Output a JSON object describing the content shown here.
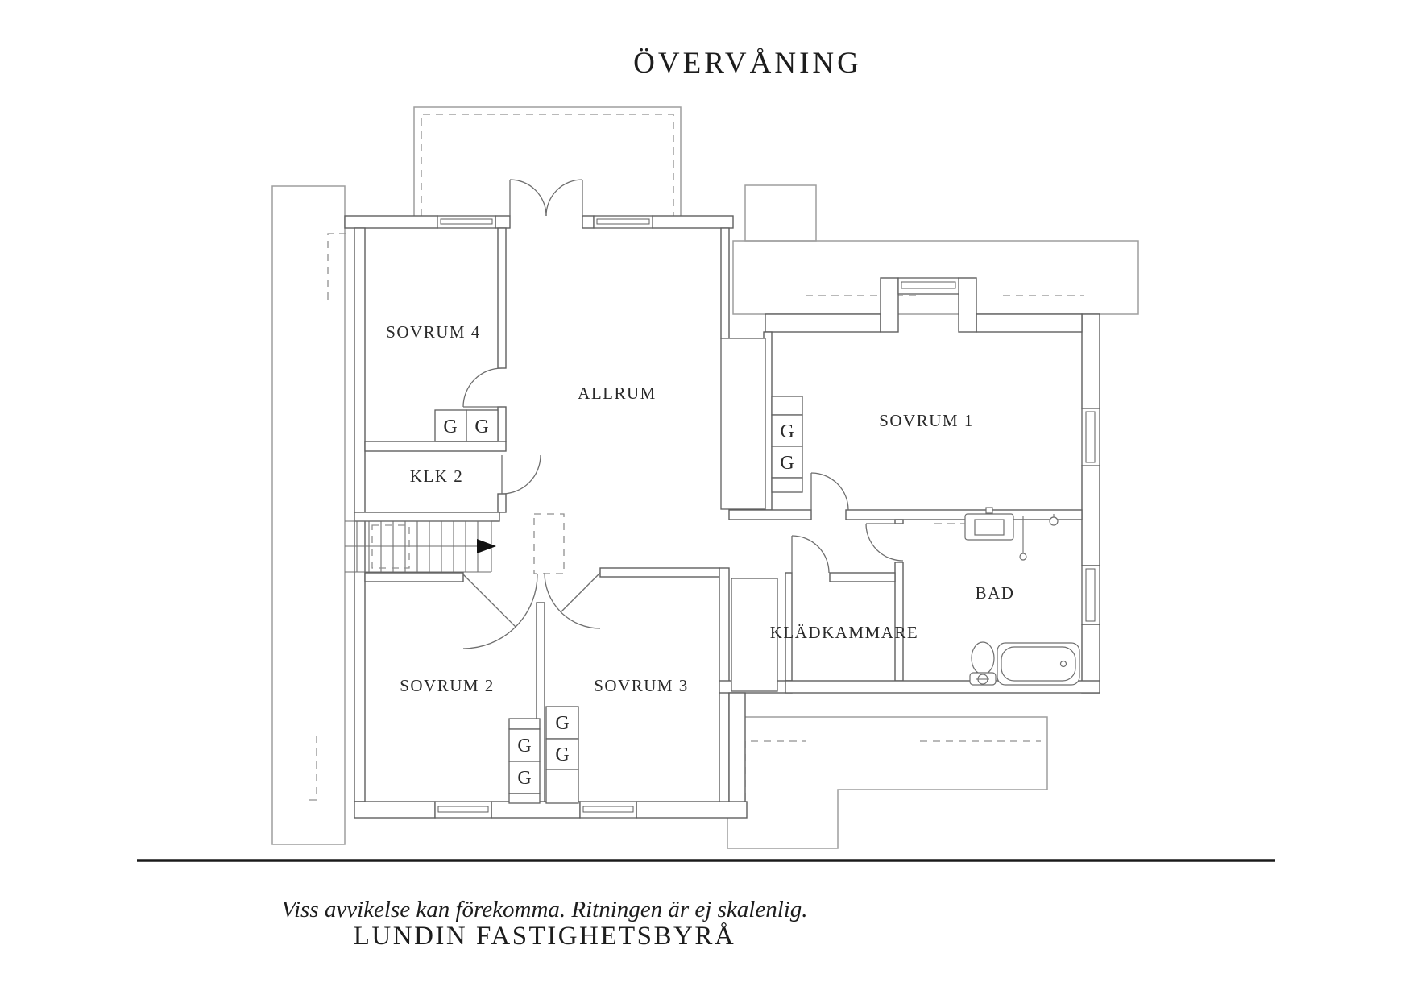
{
  "title": "ÖVERVÅNING",
  "rooms": {
    "sovrum4": {
      "label": "SOVRUM 4"
    },
    "allrum": {
      "label": "ALLRUM"
    },
    "sovrum1": {
      "label": "SOVRUM 1"
    },
    "klk2": {
      "label": "KLK 2"
    },
    "sovrum2": {
      "label": "SOVRUM 2"
    },
    "sovrum3": {
      "label": "SOVRUM 3"
    },
    "kladkammare": {
      "label": "KLÄDKAMMARE"
    },
    "bad": {
      "label": "BAD"
    }
  },
  "wardrobe_label": "G",
  "footer": {
    "disclaimer": "Viss avvikelse kan förekomma. Ritningen är ej skalenlig.",
    "brand": "LUNDIN FASTIGHETSBYRÅ"
  },
  "colors": {
    "background": "#ffffff",
    "wall_line": "#5f5f5f",
    "roof_outline": "#9e9e9e",
    "text": "#2a2a2a",
    "stair_arrow": "#111111"
  }
}
